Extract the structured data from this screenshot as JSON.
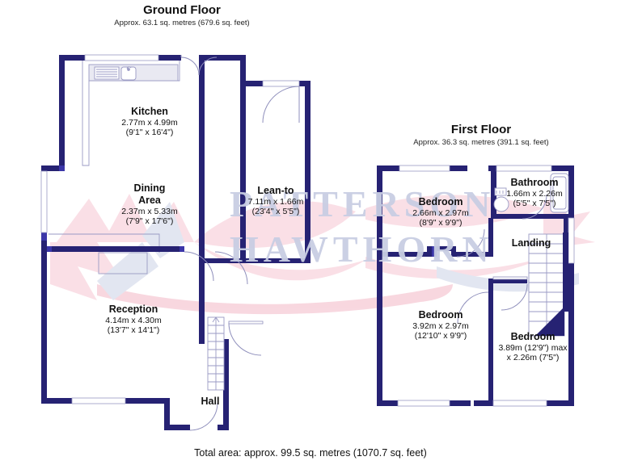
{
  "document": {
    "type": "floor-plan",
    "footer": "Total area: approx. 99.5 sq. metres (1070.7 sq. feet)"
  },
  "watermark": {
    "line1": "PATTERSON",
    "line2": "HAWTHORN",
    "text_color": "#c9cee3",
    "logo_color": "#f7ccd6"
  },
  "colors": {
    "wall": "#262273",
    "wall_light": "#3b36a8",
    "fixture_line": "#8f8fbc",
    "text": "#111111",
    "background": "#ffffff"
  },
  "floors": [
    {
      "id": "ground-floor",
      "title": "Ground Floor",
      "subtitle": "Approx. 63.1 sq. metres (679.6 sq. feet)",
      "rooms": [
        {
          "id": "kitchen",
          "name": "Kitchen",
          "metric": "2.77m x 4.99m",
          "imperial": "(9'1\" x 16'4\")"
        },
        {
          "id": "dining-area",
          "name": "Dining",
          "name2": "Area",
          "metric": "2.37m x 5.33m",
          "imperial": "(7'9\" x 17'6\")"
        },
        {
          "id": "lean-to",
          "name": "Lean-to",
          "metric": "7.11m x 1.66m",
          "imperial": "(23'4\" x 5'5\")"
        },
        {
          "id": "reception",
          "name": "Reception",
          "metric": "4.14m x 4.30m",
          "imperial": "(13'7\" x 14'1\")"
        },
        {
          "id": "hall",
          "name": "Hall",
          "metric": "",
          "imperial": ""
        }
      ]
    },
    {
      "id": "first-floor",
      "title": "First Floor",
      "subtitle": "Approx. 36.3 sq. metres (391.1 sq. feet)",
      "rooms": [
        {
          "id": "bedroom-1",
          "name": "Bedroom",
          "metric": "2.66m x 2.97m",
          "imperial": "(8'9\" x 9'9\")"
        },
        {
          "id": "bathroom",
          "name": "Bathroom",
          "metric": "1.66m x 2.26m",
          "imperial": "(5'5\" x 7'5\")"
        },
        {
          "id": "landing",
          "name": "Landing",
          "metric": "",
          "imperial": ""
        },
        {
          "id": "bedroom-2",
          "name": "Bedroom",
          "metric": "3.92m x 2.97m",
          "imperial": "(12'10\" x 9'9\")"
        },
        {
          "id": "bedroom-3",
          "name": "Bedroom",
          "metric": "3.89m (12'9\") max",
          "imperial": "x 2.26m (7'5\")"
        }
      ]
    }
  ]
}
